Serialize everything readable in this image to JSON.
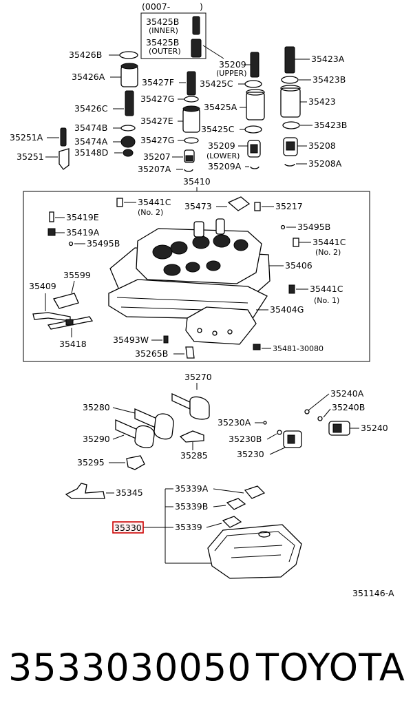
{
  "diagram": {
    "labels": {
      "l_0007": "(0007-",
      "l_0007_close": ")",
      "l_35425B_inner": "35425B",
      "l_inner": "(INNER)",
      "l_35425B_outer": "35425B",
      "l_outer": "(OUTER)",
      "l_35426B": "35426B",
      "l_35426A": "35426A",
      "l_35426C": "35426C",
      "l_35251A": "35251A",
      "l_35251": "35251",
      "l_35474B": "35474B",
      "l_35474A": "35474A",
      "l_35148D": "35148D",
      "l_35427F": "35427F",
      "l_35427G_1": "35427G",
      "l_35427E": "35427E",
      "l_35427G_2": "35427G",
      "l_35207": "35207",
      "l_35207A": "35207A",
      "l_35209_upper": "35209",
      "l_upper": "(UPPER)",
      "l_35425C_1": "35425C",
      "l_35425A": "35425A",
      "l_35425C_2": "35425C",
      "l_35209_lower": "35209",
      "l_lower": "(LOWER)",
      "l_35209A": "35209A",
      "l_35423A": "35423A",
      "l_35423B_1": "35423B",
      "l_35423": "35423",
      "l_35423B_2": "35423B",
      "l_35208": "35208",
      "l_35208A": "35208A",
      "l_35410": "35410",
      "l_35441C_no2_top": "35441C",
      "l_no2_top": "(No. 2)",
      "l_35473": "35473",
      "l_35217": "35217",
      "l_35419E": "35419E",
      "l_35419A": "35419A",
      "l_35495B_left": "35495B",
      "l_35495B_right": "35495B",
      "l_35441C_no2_right": "35441C",
      "l_no2_right": "(No. 2)",
      "l_35406": "35406",
      "l_35409": "35409",
      "l_35599": "35599",
      "l_35441C_no1": "35441C",
      "l_no1": "(No. 1)",
      "l_35404G": "35404G",
      "l_35418": "35418",
      "l_35493W": "35493W",
      "l_35481": "35481-30080",
      "l_35265B": "35265B",
      "l_35270": "35270",
      "l_35240A": "35240A",
      "l_35280": "35280",
      "l_35240B": "35240B",
      "l_35230A": "35230A",
      "l_35240": "35240",
      "l_35290": "35290",
      "l_35230B": "35230B",
      "l_35285": "35285",
      "l_35230": "35230",
      "l_35295": "35295",
      "l_35345": "35345",
      "l_35339A": "35339A",
      "l_35339B": "35339B",
      "l_35330": "35330",
      "l_35339": "35339",
      "l_ref": "351146-A"
    },
    "highlight_color": "#cc0000"
  },
  "footer": {
    "part_number": "3533030050",
    "brand": "TOYOTA"
  }
}
